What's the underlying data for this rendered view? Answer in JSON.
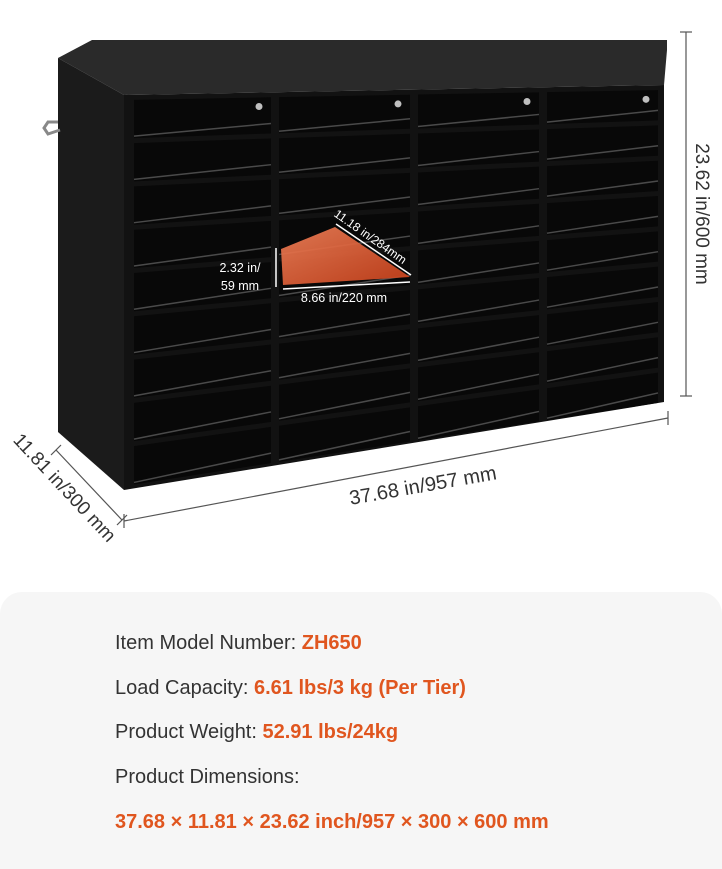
{
  "dimensions": {
    "height": "23.62 in/600 mm",
    "width": "37.68 in/957 mm",
    "depth": "11.81 in/300 mm",
    "slot_depth": "11.18 in/284mm",
    "slot_width": "8.66 in/220 mm",
    "slot_height_line1": "2.32 in/",
    "slot_height_line2": "59 mm"
  },
  "specs": {
    "model_label": "Item Model Number: ",
    "model_value": "ZH650",
    "load_label": "Load Capacity: ",
    "load_value": "6.61 lbs/3 kg (Per Tier)",
    "weight_label": "Product Weight: ",
    "weight_value": "52.91 lbs/24kg",
    "dimensions_label": "Product Dimensions:",
    "dimensions_value": "37.68 × 11.81 × 23.62 inch/957 × 300 × 600 mm"
  },
  "product": {
    "columns": 4,
    "rows": 9,
    "color": "#1e1e1e",
    "accent_color": "#e0561f"
  }
}
